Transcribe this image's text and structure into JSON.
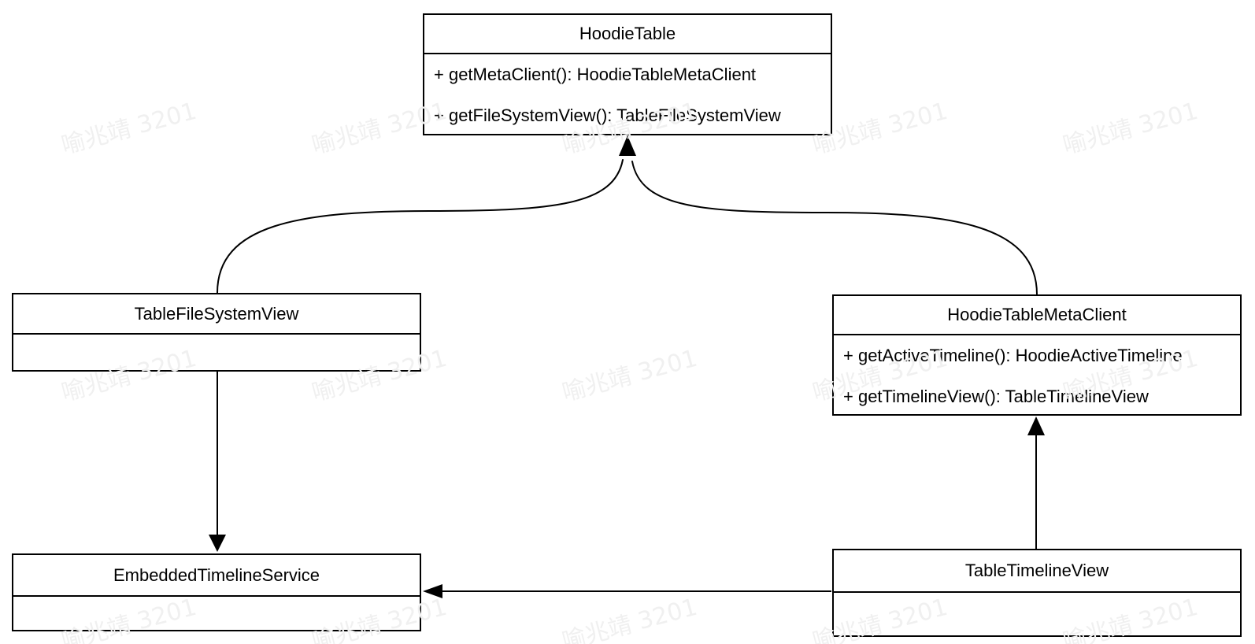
{
  "diagram": {
    "type": "uml-class-diagram",
    "background": "#ffffff",
    "line_color": "#000000",
    "watermark": {
      "text": "喻兆靖 3201",
      "color": "#f0f0f0"
    },
    "classes": [
      {
        "name": "HoodieTable",
        "methods": [
          "+ getMetaClient(): HoodieTableMetaClient",
          "+ getFileSystemView(): TableFileSystemView"
        ]
      },
      {
        "name": "TableFileSystemView",
        "methods": []
      },
      {
        "name": "HoodieTableMetaClient",
        "methods": [
          "+ getActiveTimeline(): HoodieActiveTimeline",
          "+ getTimelineView(): TableTimelineView"
        ]
      },
      {
        "name": "EmbeddedTimelineService",
        "methods": []
      },
      {
        "name": "TableTimelineView",
        "methods": []
      }
    ],
    "relations": [
      {
        "from": "TableFileSystemView",
        "to": "HoodieTable",
        "style": "curved-arrow"
      },
      {
        "from": "HoodieTableMetaClient",
        "to": "HoodieTable",
        "style": "curved-arrow"
      },
      {
        "from": "TableFileSystemView",
        "to": "EmbeddedTimelineService",
        "style": "straight-arrow"
      },
      {
        "from": "TableTimelineView",
        "to": "HoodieTableMetaClient",
        "style": "straight-arrow"
      },
      {
        "from": "TableTimelineView",
        "to": "EmbeddedTimelineService",
        "style": "straight-arrow"
      }
    ]
  }
}
